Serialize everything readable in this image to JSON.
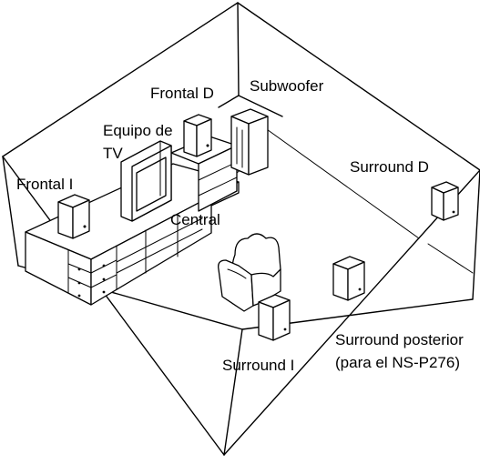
{
  "labels": {
    "frontal_d": "Frontal D",
    "subwoofer": "Subwoofer",
    "equipo_line1": "Equipo de",
    "equipo_line2": "TV",
    "frontal_i": "Frontal I",
    "central": "Central",
    "surround_d": "Surround D",
    "surround_posterior_line1": "Surround posterior",
    "surround_posterior_line2": "(para el NS-P276)",
    "surround_i": "Surround I"
  }
}
